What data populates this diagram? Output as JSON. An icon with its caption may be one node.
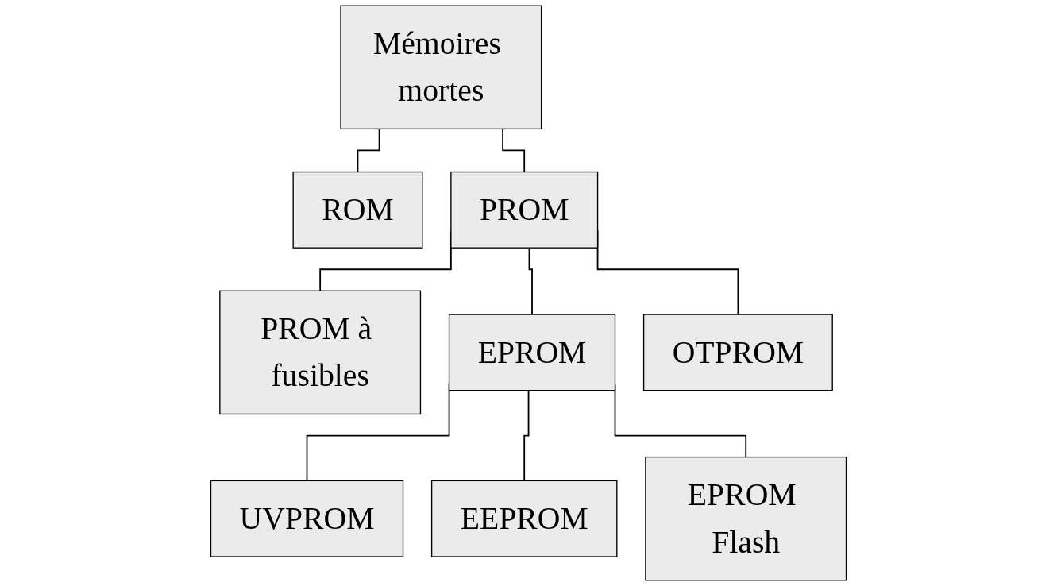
{
  "diagram": {
    "nodes": [
      {
        "text": [
          "Mémoires mortes"
        ]
      },
      {
        "text": [
          "ROM"
        ]
      },
      {
        "text": [
          "PROM"
        ]
      },
      {
        "text": [
          "PROM à fusibles"
        ]
      },
      {
        "text": [
          "EPROM"
        ]
      },
      {
        "text": [
          "OTPROM"
        ]
      },
      {
        "text": [
          "UVPROM"
        ]
      },
      {
        "text": [
          "EEPROM"
        ]
      },
      {
        "text": [
          "EPROM Flash"
        ]
      }
    ],
    "edges": [
      {
        "from": 0,
        "to": 1,
        "arrow": "none"
      },
      {
        "from": 0,
        "to": 2,
        "arrow": "none"
      },
      {
        "from": 2,
        "to": 3,
        "arrow": "none"
      },
      {
        "from": 2,
        "to": 4,
        "arrow": "none"
      },
      {
        "from": 2,
        "to": 5,
        "arrow": "none"
      },
      {
        "from": 4,
        "to": 6,
        "arrow": "none"
      },
      {
        "from": 4,
        "to": 7,
        "arrow": "none"
      },
      {
        "from": 4,
        "to": 8,
        "arrow": "none"
      }
    ]
  }
}
